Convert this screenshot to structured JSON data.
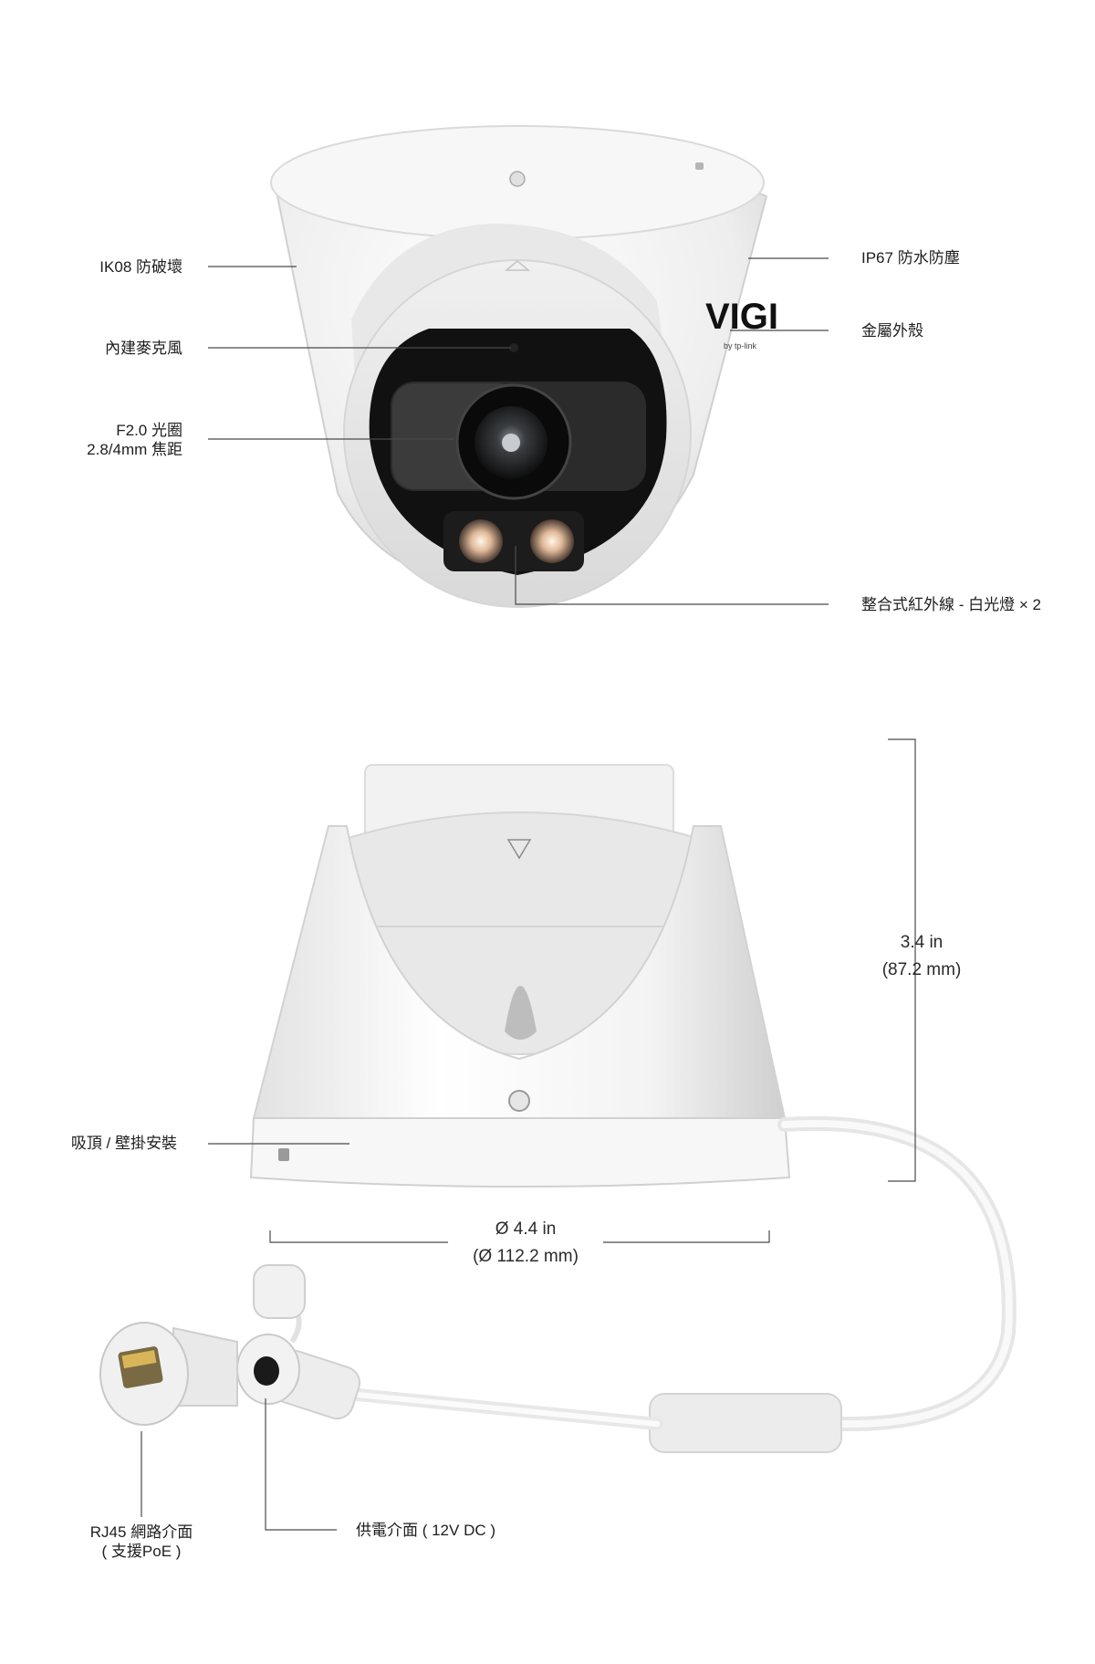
{
  "callouts": {
    "ik08": "IK08 防破壞",
    "mic": "內建麥克風",
    "aperture_1": "F2.0 光圈",
    "aperture_2": "2.8/4mm 焦距",
    "ip67": "IP67 防水防塵",
    "metal": "金屬外殼",
    "ir_light": "整合式紅外線 - 白光燈 × 2",
    "mount": "吸頂 / 壁掛安裝",
    "rj45_1": "RJ45 網路介面",
    "rj45_2": "( 支援PoE )",
    "power": "供電介面 ( 12V DC )"
  },
  "dimensions": {
    "height_in": "3.4 in",
    "height_mm": "(87.2 mm)",
    "diameter_in": "Ø 4.4 in",
    "diameter_mm": "(Ø 112.2 mm)"
  },
  "brand": {
    "logo": "VIGI",
    "sub": "by tp-link"
  },
  "colors": {
    "line": "#4a4a4a",
    "housing": "#f4f4f4",
    "lens": "#1a1a1a"
  }
}
